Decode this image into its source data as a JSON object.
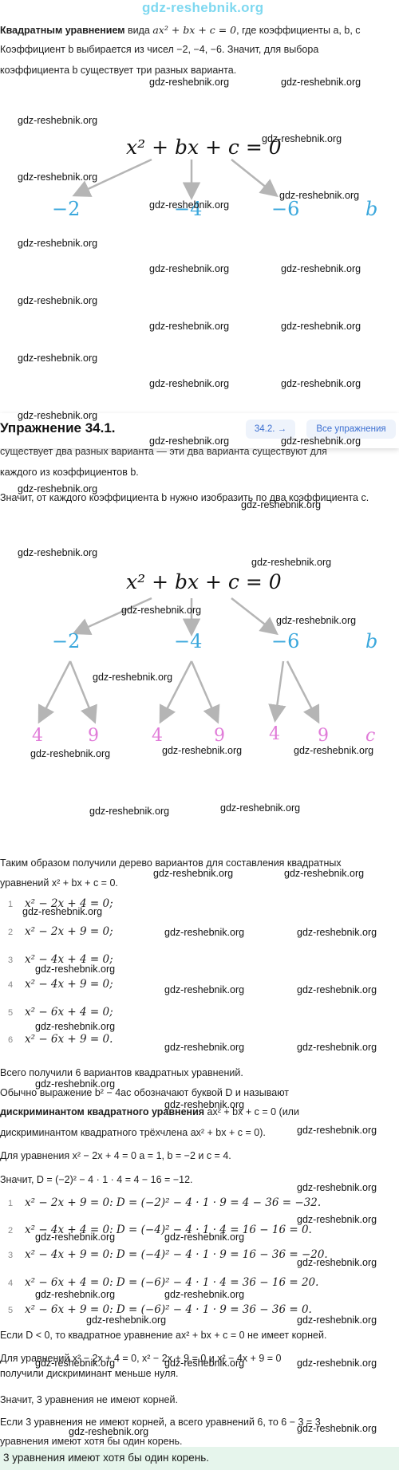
{
  "site_title": "gdz-reshebnik.org",
  "watermark": "gdz-reshebnik.org",
  "intro": {
    "bold": "Квадратным уравнением",
    "l1_mid": " вида ",
    "l1_eq": "ax² + bx + c = 0",
    "l1_end": ", где коэффициенты a, b, c",
    "l2": "Коэффициент b выбирается из чисел −2, −4, −6. Значит, для выбора",
    "l3": "коэффициента b существует три разных варианта."
  },
  "tree1": {
    "equation": "x² + bx + c = 0",
    "b_values": [
      "−2",
      "−4",
      "−6"
    ],
    "row_label": "b"
  },
  "header": {
    "title": "Упражнение 34.1.",
    "next_label": "34.2. →",
    "all_label": "Все упражнения"
  },
  "mid": {
    "l1": "существует два разных варианта — эти два варианта существуют для",
    "l2": "каждого из коэффициентов b.",
    "l3": "Значит, от каждого коэффициента b нужно изобразить по два коэффициента c."
  },
  "tree2": {
    "equation": "x² + bx + c = 0",
    "b_values": [
      "−2",
      "−4",
      "−6"
    ],
    "b_label": "b",
    "c_values": [
      "4",
      "9",
      "4",
      "9",
      "4",
      "9"
    ],
    "c_label": "c"
  },
  "summary": {
    "l1": "Таким образом получили дерево вариантов для составления квадратных",
    "l2": "уравнений x² + bx + c = 0."
  },
  "equations": [
    {
      "n": "1",
      "t": "x² − 2x + 4 = 0;"
    },
    {
      "n": "2",
      "t": "x² − 2x + 9 = 0;"
    },
    {
      "n": "3",
      "t": "x² − 4x + 4 = 0;"
    },
    {
      "n": "4",
      "t": "x² − 4x + 9 = 0;"
    },
    {
      "n": "5",
      "t": "x² − 6x + 4 = 0;"
    },
    {
      "n": "6",
      "t": "x² − 6x + 9 = 0."
    }
  ],
  "disc": {
    "total": "Всего получили 6 вариантов квадратных уравнений.",
    "d1": "Обычно выражение b² − 4ac обозначают буквой D и называют",
    "d2_bold": "дискриминантом квадратного уравнения",
    "d2_rest": " ax² + bx + c = 0 (или",
    "d3": "дискриминантом квадратного трёхчлена ax² + bx + c = 0).",
    "d4": "Для уравнения x² − 2x + 4 = 0 a = 1, b = −2 и c = 4.",
    "d5": "Значит, D = (−2)² − 4 · 1 · 4 = 4 − 16 = −12."
  },
  "calcs": [
    {
      "n": "1",
      "t": "x² − 2x + 9 = 0: D = (−2)² − 4 · 1 · 9 = 4 − 36 = −32."
    },
    {
      "n": "2",
      "t": "x² − 4x + 4 = 0: D = (−4)² − 4 · 1 · 4 = 16 − 16 = 0."
    },
    {
      "n": "3",
      "t": "x² − 4x + 9 = 0: D = (−4)² − 4 · 1 · 9 = 16 − 36 = −20."
    },
    {
      "n": "4",
      "t": "x² − 6x + 4 = 0: D = (−6)² − 4 · 1 · 4 = 36 − 16 = 20."
    },
    {
      "n": "5",
      "t": "x² − 6x + 9 = 0: D = (−6)² − 4 · 1 · 9 = 36 − 36 = 0."
    }
  ],
  "concl": {
    "c1": "Если D < 0, то квадратное уравнение ax² + bx + c = 0 не имеет корней.",
    "c2": "Для уравнений x² − 2x + 4 = 0, x² − 2x + 9 = 0 и x² − 4x + 9 = 0",
    "c3": "получили дискриминант меньше нуля.",
    "c4": "Значит, 3 уравнения не имеют корней.",
    "c5": "Если 3 уравнения не имеют корней, а всего уравнений 6, то 6 − 3 = 3",
    "c6": "уравнения имеют хотя бы один корень."
  },
  "answer": "3 уравнения имеют хотя бы один корень.",
  "colors": {
    "blue": "#3aa7dc",
    "pink": "#e07bd8",
    "green_bg": "#e6f5ec"
  }
}
